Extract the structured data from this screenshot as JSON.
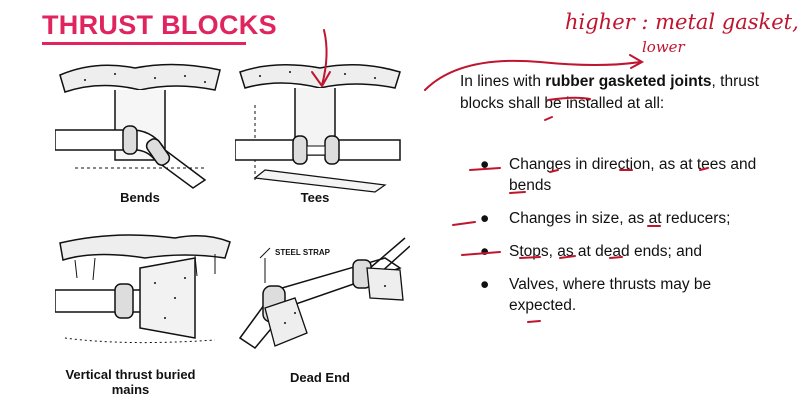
{
  "title": "THRUST BLOCKS",
  "figures": [
    {
      "caption": "Bends"
    },
    {
      "caption": "Tees"
    },
    {
      "caption": "Vertical thrust buried mains"
    },
    {
      "caption": "Dead End"
    }
  ],
  "dead_end_label": "STEEL STRAP",
  "intro": {
    "prefix": "In lines with ",
    "bold": "rubber gasketed joints",
    "suffix": ", thrust blocks shall be installed at all:"
  },
  "bullets": [
    "Changes in direction, as at tees and bends",
    "Changes in size, as at reducers;",
    "Stops, as at dead ends; and",
    "Valves, where thrusts may be expected."
  ],
  "handwriting": {
    "top": "higher : metal gasket,",
    "lower": "lower"
  },
  "colors": {
    "accent": "#e0245e",
    "ink": "#c0152f"
  }
}
